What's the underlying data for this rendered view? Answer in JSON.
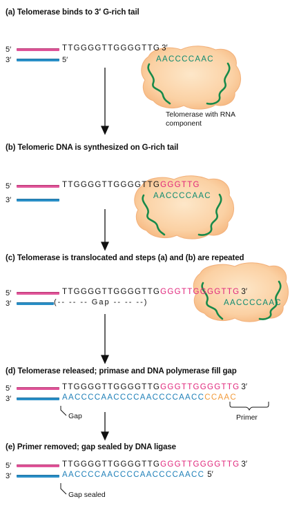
{
  "steps": {
    "a": {
      "title": "(a) Telomerase binds to 3′ G-rich tail",
      "seq_black": "TTGGGGTTGGGGTTG",
      "end3": "3′",
      "rna": "AACCCCAAC",
      "caption": "Telomerase with RNA component"
    },
    "b": {
      "title": "(b) Telomeric DNA is synthesized on G-rich tail",
      "seq_black": "TTGGGGTTGGGGTTG",
      "seq_pink": "GGGTTG",
      "rna": "AACCCCAAC"
    },
    "c": {
      "title": "(c) Telomerase is translocated and steps (a) and (b) are repeated",
      "seq_black": "TTGGGGTTGGGGTTG",
      "seq_pink": "GGGTTGGGGTTG",
      "end3": "3′",
      "gap_text": "(-- -- -- Gap -- -- --)",
      "rna": "AACCCCAAC"
    },
    "d": {
      "title": "(d) Telomerase released; primase and DNA polymerase fill gap",
      "seq_black": "TTGGGGTTGGGGTTG",
      "seq_pink": "GGGTTGGGGTTG",
      "end3": "3′",
      "seq_blue": "AACCCCAACCCCAACCCCAACC",
      "seq_orange": "CCAAC",
      "gap_label": "Gap",
      "primer_label": "Primer"
    },
    "e": {
      "title": "(e) Primer removed; gap sealed by DNA ligase",
      "seq_black": "TTGGGGTTGGGGTTG",
      "seq_pink": "GGGTTGGGGTTG",
      "end3": "3′",
      "seq_blue": "AACCCCAACCCCAACCCCAACC",
      "end5": "5′",
      "gap_label": "Gap sealed"
    }
  },
  "labels": {
    "five_prime": "5′",
    "three_prime": "3′"
  },
  "colors": {
    "pink_strand": "#e0559a",
    "blue_strand": "#2a8fc7",
    "enzyme": "#fbd1a4",
    "rna_squiggle": "#178a4a",
    "new_dna": "#e0247a",
    "primer": "#f29a3a"
  }
}
